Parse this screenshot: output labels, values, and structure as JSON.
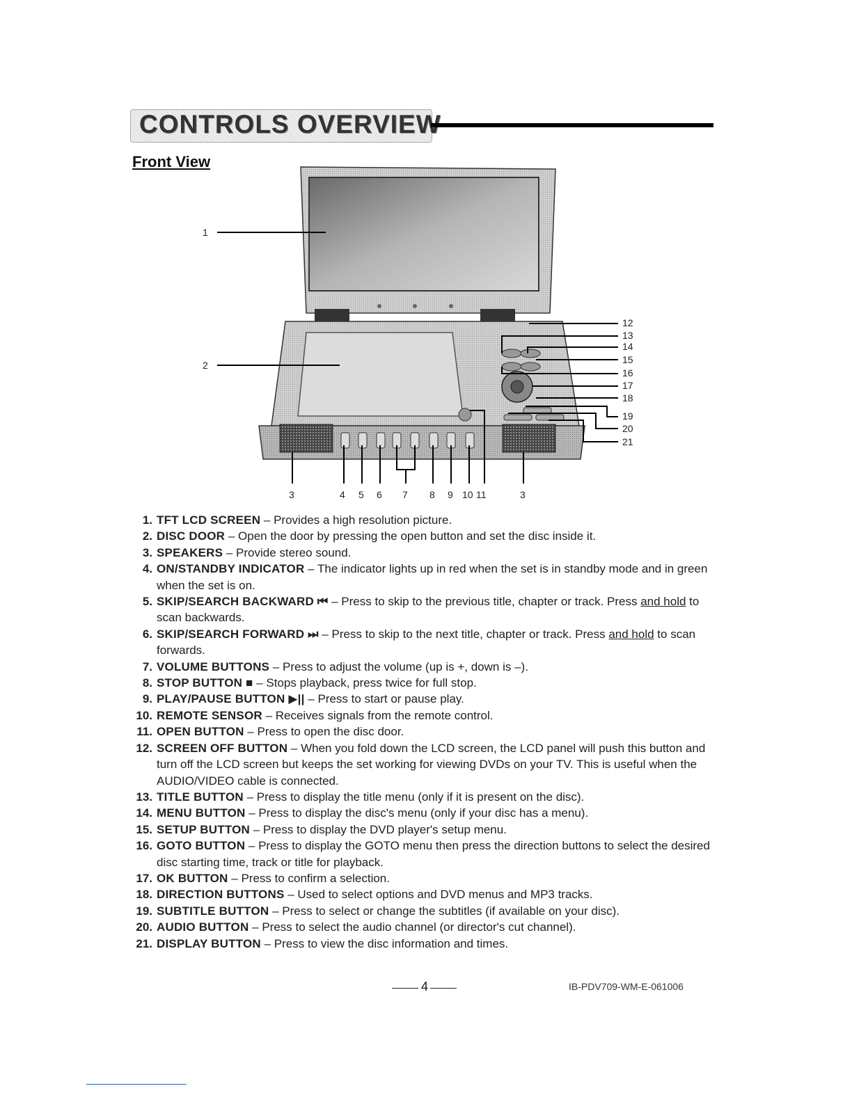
{
  "header": {
    "title": "CONTROLS OVERVIEW"
  },
  "section": {
    "title": "Front View"
  },
  "callouts": {
    "left": [
      "1",
      "2"
    ],
    "bottom": [
      "3",
      "4",
      "5",
      "6",
      "7",
      "8",
      "9",
      "10",
      "11",
      "3"
    ],
    "right": [
      "12",
      "13",
      "14",
      "15",
      "16",
      "17",
      "18",
      "19",
      "20",
      "21"
    ]
  },
  "items": [
    {
      "num": "1.",
      "term": "TFT LCD SCREEN",
      "desc": " – Provides a high resolution picture."
    },
    {
      "num": "2.",
      "term": "DISC DOOR",
      "desc": " – Open the door by pressing the open button and set the disc inside it."
    },
    {
      "num": "3.",
      "term": "SPEAKERS",
      "desc": " – Provide stereo sound."
    },
    {
      "num": "4.",
      "term": "ON/STANDBY INDICATOR",
      "desc": " – The indicator lights up in red when the set is in standby mode and in green when the set is on."
    },
    {
      "num": "5.",
      "term": "SKIP/SEARCH BACKWARD ⏮",
      "desc": " – Press to skip to the previous title, chapter or track. Press ",
      "u": "and hold",
      "desc2": " to scan backwards."
    },
    {
      "num": "6.",
      "term": "SKIP/SEARCH FORWARD ⏭",
      "desc": " – Press to skip to the next title, chapter or track. Press ",
      "u": "and hold",
      "desc2": " to scan forwards."
    },
    {
      "num": "7.",
      "term": "VOLUME BUTTONS",
      "desc": " – Press to adjust the volume (up is +, down is –)."
    },
    {
      "num": "8.",
      "term": "STOP BUTTON ■",
      "desc": " – Stops playback, press twice for full stop."
    },
    {
      "num": "9.",
      "term": "PLAY/PAUSE BUTTON ▶||",
      "desc": " – Press to start or pause play."
    },
    {
      "num": "10.",
      "term": "REMOTE SENSOR",
      "desc": " – Receives signals from the remote control."
    },
    {
      "num": "11.",
      "term": "OPEN BUTTON",
      "desc": " – Press to open the disc door."
    },
    {
      "num": "12.",
      "term": "SCREEN OFF BUTTON",
      "desc": " – When you fold down the LCD screen, the LCD panel will push this button and turn off the LCD screen but keeps the set working for viewing DVDs on your TV. This is useful when the AUDIO/VIDEO cable is connected."
    },
    {
      "num": "13.",
      "term": "TITLE BUTTON",
      "desc": " – Press to display the title menu (only if it is present on the disc)."
    },
    {
      "num": "14.",
      "term": "MENU BUTTON",
      "desc": " – Press to display the disc's menu (only if your disc has a menu)."
    },
    {
      "num": "15.",
      "term": "SETUP BUTTON",
      "desc": " – Press to display the DVD player's setup menu."
    },
    {
      "num": "16.",
      "term": "GOTO BUTTON",
      "desc": " – Press to display the GOTO menu then press the direction buttons to select the desired disc starting time, track or title for playback."
    },
    {
      "num": "17.",
      "term": "OK BUTTON",
      "desc": " – Press to confirm a selection."
    },
    {
      "num": "18.",
      "term": "DIRECTION BUTTONS",
      "desc": " – Used to select options and DVD menus and MP3 tracks."
    },
    {
      "num": "19.",
      "term": "SUBTITLE BUTTON",
      "desc": " – Press to select or change the subtitles (if available on your disc)."
    },
    {
      "num": "20.",
      "term": "AUDIO BUTTON",
      "desc": " – Press to select the audio channel (or director's cut channel)."
    },
    {
      "num": "21.",
      "term": "DISPLAY BUTTON",
      "desc": " – Press to view the disc information and times."
    }
  ],
  "footer": {
    "page": "4",
    "code": "IB-PDV709-WM-E-061006"
  }
}
